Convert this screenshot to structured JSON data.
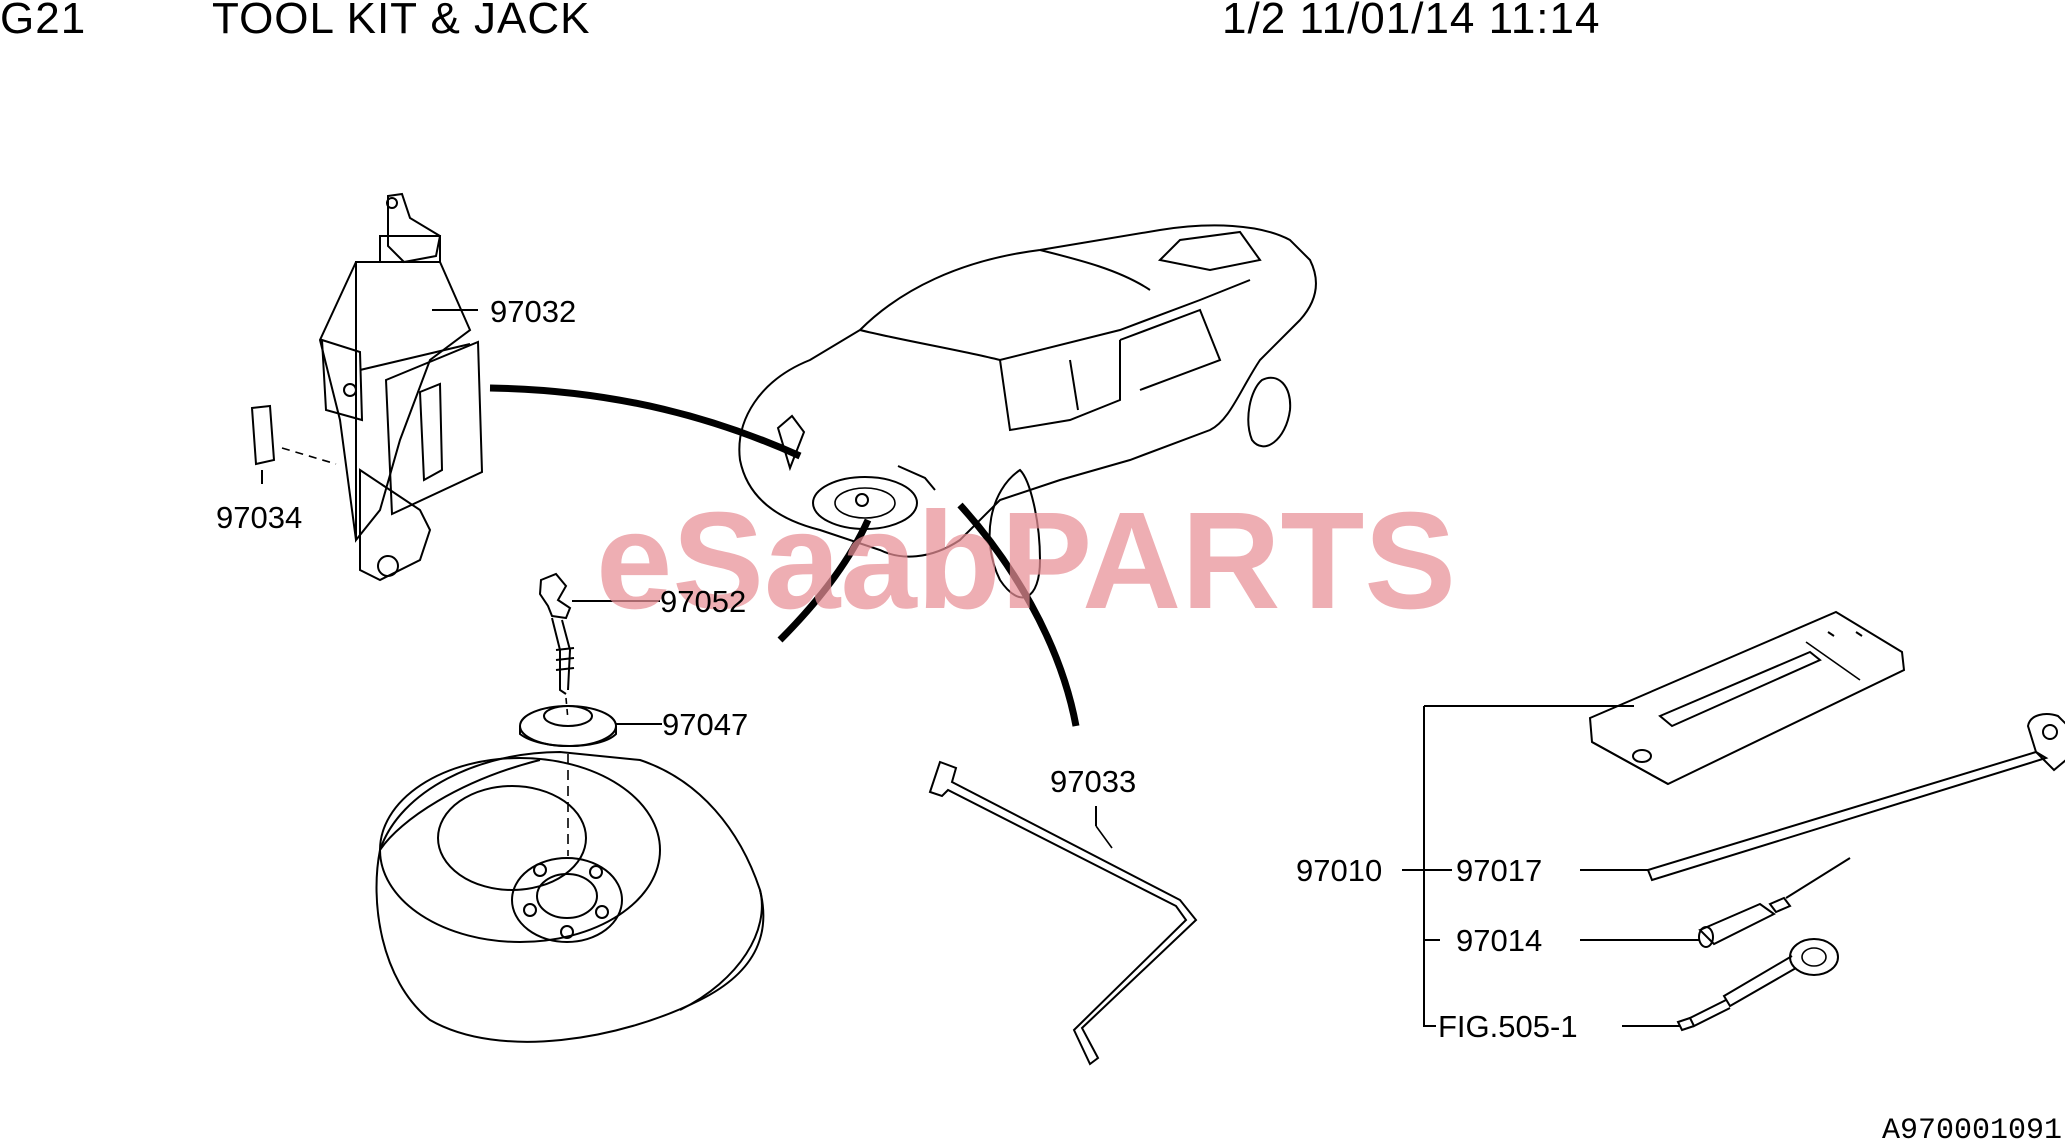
{
  "header": {
    "code": "G21",
    "title": "TOOL KIT & JACK",
    "page_info": "1/2 11/01/14 11:14"
  },
  "watermark": "eSaabPARTS",
  "callouts": {
    "jack": "97032",
    "jack_label": "97034",
    "hold_down_bolt": "97052",
    "spacer": "97047",
    "jack_handle": "97033",
    "tool_kit": "97010",
    "wheel_wrench": "97017",
    "extension": "97014",
    "towing_eye": "FIG.505-1"
  },
  "footer_code": "A970001091"
}
